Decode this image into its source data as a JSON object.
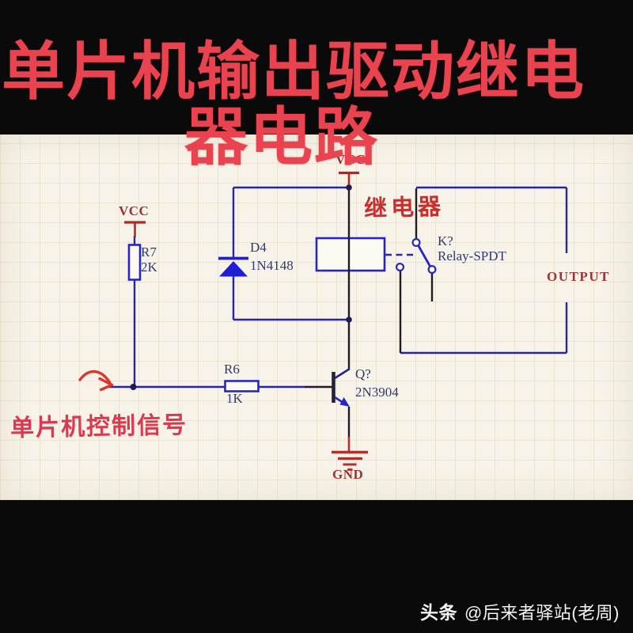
{
  "title": {
    "line1": "单片机输出驱动继电",
    "line2": "器电路"
  },
  "watermark": {
    "brand": "头条",
    "handle": "@后来者驿站(老周)"
  },
  "annotations": {
    "relay": "继电器",
    "control_signal": "单片机控制信号"
  },
  "schematic": {
    "power": {
      "vcc_left": "VCC",
      "vcc_top": "VCC",
      "gnd": "GND",
      "output": "OUTPUT"
    },
    "components": {
      "r7": {
        "ref": "R7",
        "value": "2K"
      },
      "r6": {
        "ref": "R6",
        "value": "1K"
      },
      "d4": {
        "ref": "D4",
        "value": "1N4148"
      },
      "q": {
        "ref": "Q?",
        "value": "2N3904"
      },
      "k": {
        "ref": "K?",
        "value": "Relay-SPDT"
      }
    },
    "colors": {
      "title_red": "#e9434f",
      "annotation_red": "#dc3950",
      "relay_label_red": "#c63030",
      "power_text_maroon": "#9a3536",
      "power_symbol_red": "#b5271c",
      "wire_blue": "#2525a6",
      "wire_dark": "#1d1d28",
      "component_blue": "#2626c8",
      "label_navy": "#303a6e",
      "background_cream": "#f7f3e8"
    }
  }
}
